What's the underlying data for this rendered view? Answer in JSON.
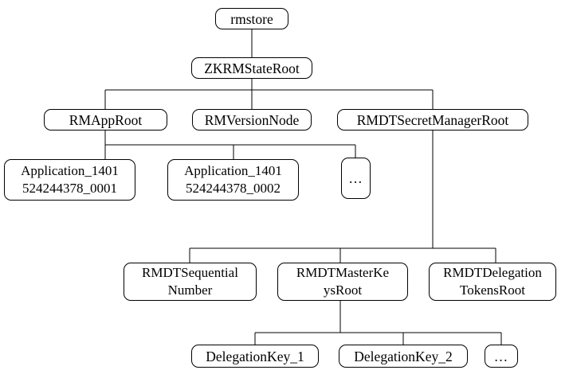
{
  "diagram": {
    "type": "tree",
    "colors": {
      "background": "#ffffff",
      "node_fill": "#ffffff",
      "node_border": "#000000",
      "text": "#000000",
      "connector": "#000000"
    },
    "nodes": {
      "rmstore": {
        "label": "rmstore"
      },
      "zk_rm_state_root": {
        "label": "ZKRMStateRoot"
      },
      "rm_app_root": {
        "label": "RMAppRoot"
      },
      "rm_version_node": {
        "label": "RMVersionNode"
      },
      "rmdt_secret_manager_root": {
        "label": "RMDTSecretManagerRoot"
      },
      "application_1": {
        "line1": "Application_1401",
        "line2": "524244378_0001"
      },
      "application_2": {
        "line1": "Application_1401",
        "line2": "524244378_0002"
      },
      "application_ellipsis": {
        "label": "…"
      },
      "rmdt_sequential_number": {
        "line1": "RMDTSequential",
        "line2": "Number"
      },
      "rmdt_master_keys_root": {
        "line1": "RMDTMasterKe",
        "line2": "ysRoot"
      },
      "rmdt_delegation_tokens_root": {
        "line1": "RMDTDelegation",
        "line2": "TokensRoot"
      },
      "delegation_key_1": {
        "label": "DelegationKey_1"
      },
      "delegation_key_2": {
        "label": "DelegationKey_2"
      },
      "delegation_key_ellipsis": {
        "label": "…"
      }
    },
    "tree": {
      "rmstore": [
        "ZKRMStateRoot"
      ],
      "ZKRMStateRoot": [
        "RMAppRoot",
        "RMVersionNode",
        "RMDTSecretManagerRoot"
      ],
      "RMAppRoot": [
        "Application_1401524244378_0001",
        "Application_1401524244378_0002",
        "…"
      ],
      "RMVersionNode": [],
      "RMDTSecretManagerRoot": [
        "RMDTSequentialNumber",
        "RMDTMasterKeysRoot",
        "RMDTDelegationTokensRoot"
      ],
      "RMDTMasterKeysRoot": [
        "DelegationKey_1",
        "DelegationKey_2",
        "…"
      ]
    }
  }
}
